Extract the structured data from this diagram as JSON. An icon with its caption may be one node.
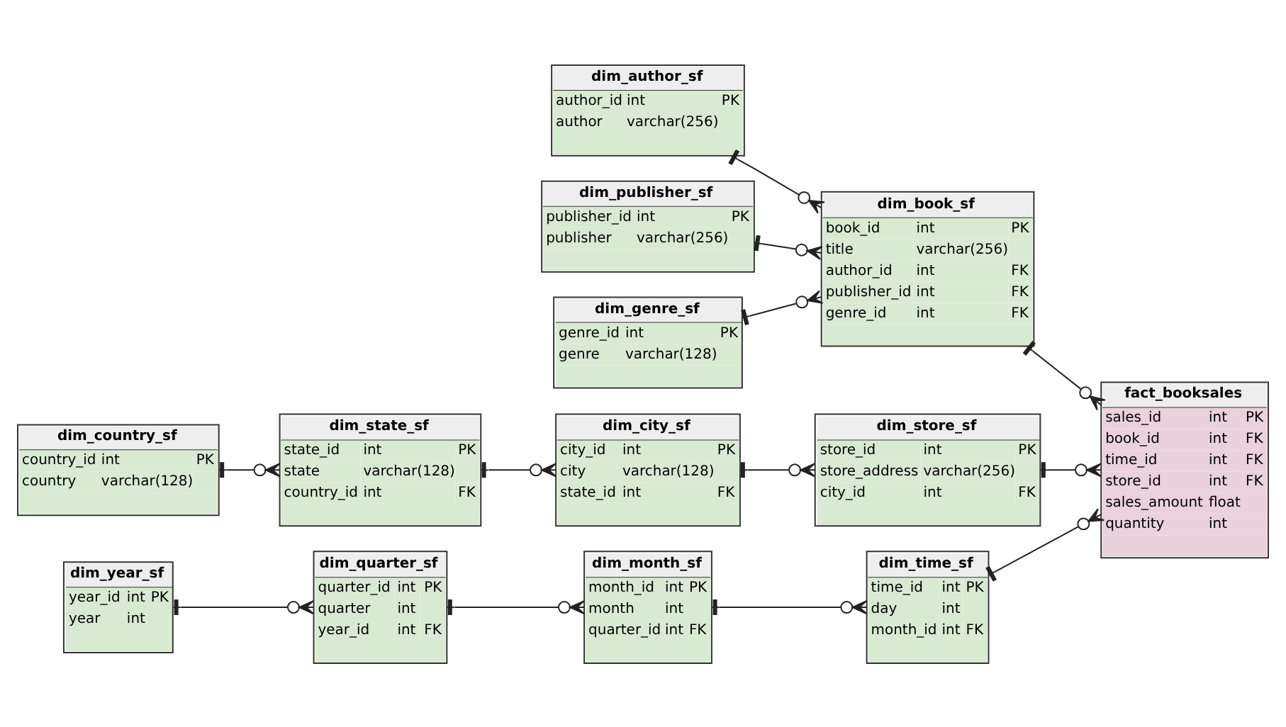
{
  "diagram": {
    "nodes": [
      {
        "text": [
          "dim_author_sf",
          "author_id int PK",
          "author varchar(256)"
        ]
      },
      {
        "text": [
          "dim_publisher_sf",
          "publisher_id int PK",
          "publisher varchar(256)"
        ]
      },
      {
        "text": [
          "dim_genre_sf",
          "genre_id int PK",
          "genre varchar(128)"
        ]
      },
      {
        "text": [
          "dim_book_sf",
          "book_id int PK",
          "title varchar(256)",
          "author_id int FK",
          "publisher_id int FK",
          "genre_id int FK"
        ]
      },
      {
        "text": [
          "dim_store_sf",
          "store_id int PK",
          "store_address varchar(256)",
          "city_id int FK"
        ]
      },
      {
        "text": [
          "fact_booksales",
          "sales_id int PK",
          "book_id int FK",
          "time_id int FK",
          "store_id int FK",
          "sales_amount float",
          "quantity int"
        ]
      },
      {
        "text": [
          "dim_time_sf",
          "time_id int PK",
          "day int",
          "month_id int FK"
        ]
      },
      {
        "text": [
          "dim_city_sf",
          "city_id int PK",
          "city varchar(128)",
          "state_id int FK"
        ]
      },
      {
        "text": [
          "dim_month_sf",
          "month_id int PK",
          "month int",
          "quarter_id int FK"
        ]
      },
      {
        "text": [
          "dim_state_sf",
          "state_id int PK",
          "state varchar(128)",
          "country_id int FK"
        ]
      },
      {
        "text": [
          "dim_quarter_sf",
          "quarter_id int PK",
          "quarter int",
          "year_id int FK"
        ]
      },
      {
        "text": [
          "dim_country_sf",
          "country_id int PK",
          "country varchar(128)"
        ]
      },
      {
        "text": [
          "dim_year_sf",
          "year_id int PK",
          "year int"
        ]
      }
    ],
    "edges": [
      {
        "from": 0,
        "to": 3,
        "arrow": "other"
      },
      {
        "from": 1,
        "to": 3,
        "arrow": "other"
      },
      {
        "from": 2,
        "to": 3,
        "arrow": "other"
      },
      {
        "from": 3,
        "to": 5,
        "arrow": "other"
      },
      {
        "from": 4,
        "to": 5,
        "arrow": "other"
      },
      {
        "from": 6,
        "to": 5,
        "arrow": "other"
      },
      {
        "from": 7,
        "to": 4,
        "arrow": "other"
      },
      {
        "from": 8,
        "to": 6,
        "arrow": "other"
      },
      {
        "from": 9,
        "to": 7,
        "arrow": "other"
      },
      {
        "from": 10,
        "to": 8,
        "arrow": "other"
      },
      {
        "from": 11,
        "to": 9,
        "arrow": "other"
      },
      {
        "from": 12,
        "to": 10,
        "arrow": "other"
      }
    ]
  }
}
